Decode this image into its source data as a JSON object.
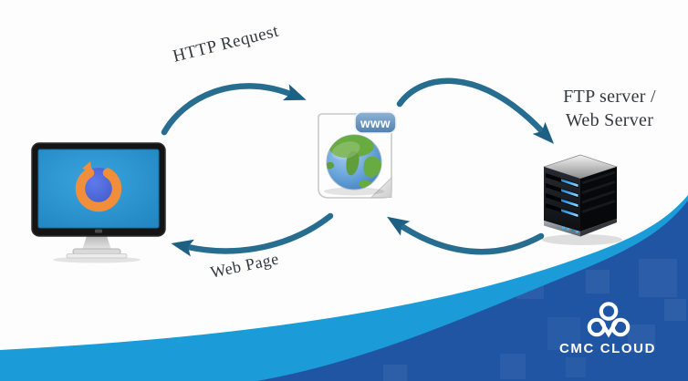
{
  "labels": {
    "http_request": "HTTP Request",
    "web_page": "Web Page",
    "server_line1": "FTP server /",
    "server_line2": "Web Server",
    "www_badge": "www"
  },
  "nodes": {
    "client_icon": "desktop-monitor-with-firefox-browser",
    "web_page_icon": "www-globe-document",
    "server_icon": "server-tower"
  },
  "arrows": [
    {
      "name": "http-request-arrow",
      "from": "client",
      "to": "web-page",
      "label": "HTTP Request"
    },
    {
      "name": "request-to-server-arrow",
      "from": "web-page",
      "to": "server",
      "label": ""
    },
    {
      "name": "server-response-arrow",
      "from": "server",
      "to": "web-page",
      "label": ""
    },
    {
      "name": "web-page-response-arrow",
      "from": "web-page",
      "to": "client",
      "label": "Web Page"
    }
  ],
  "brand": {
    "logo_icon": "cmc-cloud-logo",
    "name": "CMC CLOUD"
  },
  "colors": {
    "arrow": "#276d90",
    "arrowhead": "#1d6084",
    "band_light": "#1b9cd8",
    "band_dark": "#2055a4",
    "label_text": "#35393f",
    "brand_text": "#ffffff",
    "screen_blue": "#2e9ad6",
    "firefox_orange": "#f08e3c",
    "firefox_globe": "#4b63d2",
    "globe_ocean": "#5b9bd5",
    "globe_land": "#68ab40",
    "badge_blue": "#6b99c4",
    "server_led": "#3fa7f2"
  }
}
